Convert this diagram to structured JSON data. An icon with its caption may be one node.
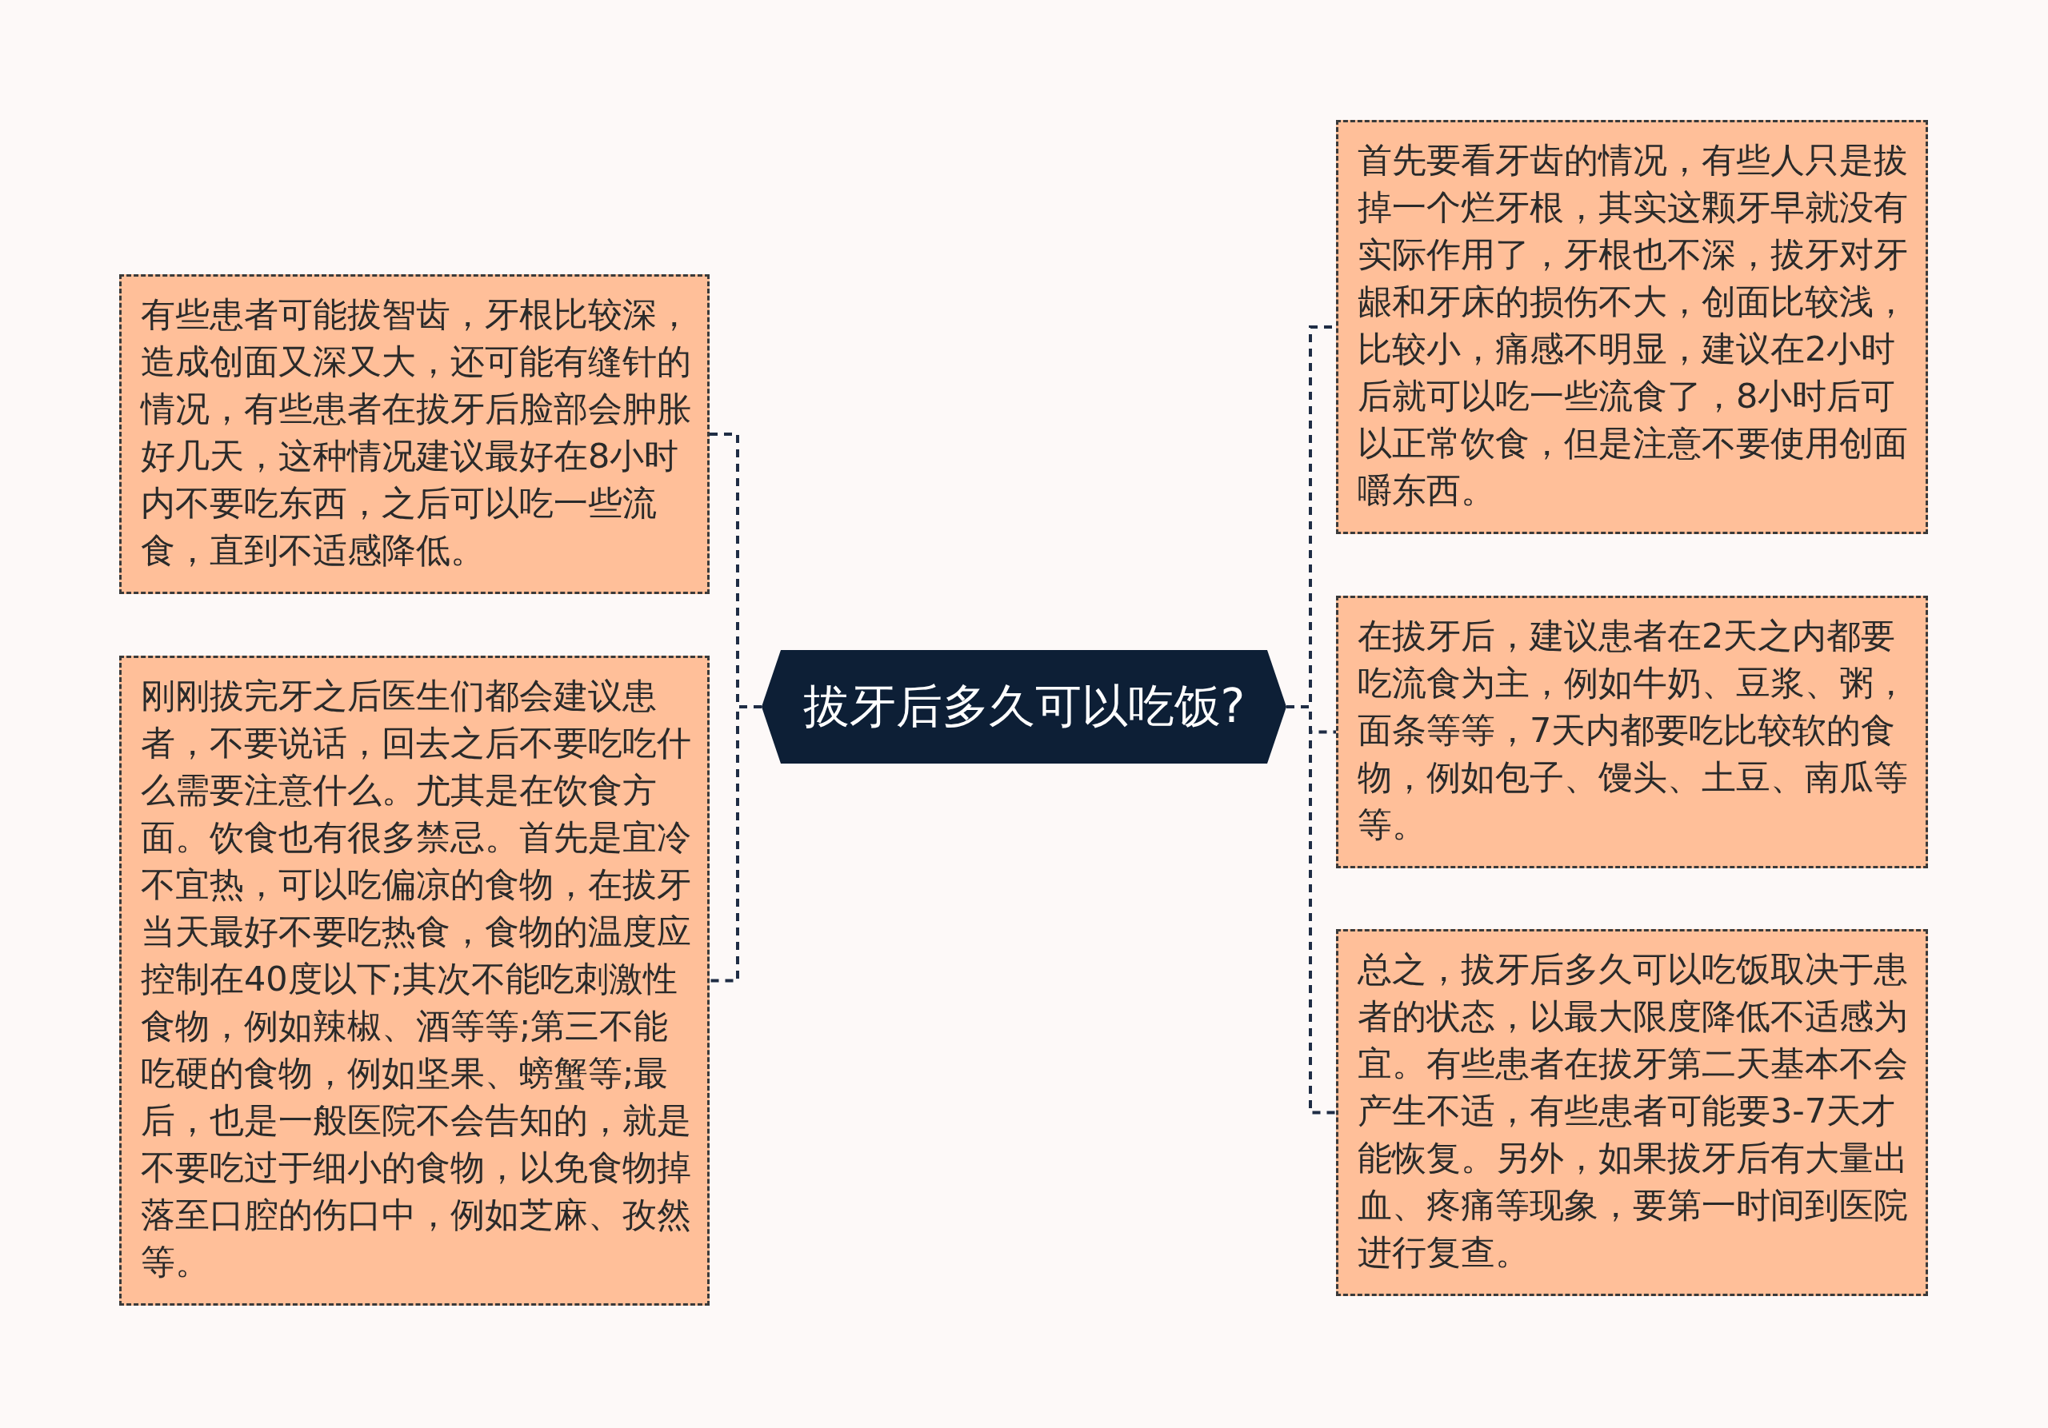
{
  "diagram": {
    "nodes": [
      {
        "text": [
          "拔牙后多久可以吃饭?"
        ]
      },
      {
        "text": [
          "有些患者可能拔智齿，牙根比较深，造成创面又深又大，还可能有缝针的情况，有些患者在拔牙后脸部会肿胀好几天，这种情况建议最好在8小时内不要吃东西，之后可以吃一些流食，直到不适感降低。"
        ]
      },
      {
        "text": [
          "刚刚拔完牙之后医生们都会建议患者，不要说话，回去之后不要吃吃什么需要注意什么。尤其是在饮食方面。饮食也有很多禁忌。首先是宜冷不宜热，可以吃偏凉的食物，在拔牙当天最好不要吃热食，食物的温度应控制在40度以下;其次不能吃刺激性食物，例如辣椒、酒等等;第三不能吃硬的食物，例如坚果、螃蟹等;最后，也是一般医院不会告知的，就是不要吃过于细小的食物，以免食物掉落至口腔的伤口中，例如芝麻、孜然等。"
        ]
      },
      {
        "text": [
          "首先要看牙齿的情况，有些人只是拔掉一个烂牙根，其实这颗牙早就没有实际作用了，牙根也不深，拔牙对牙龈和牙床的损伤不大，创面比较浅，比较小，痛感不明显，建议在2小时后就可以吃一些流食了，8小时后可以正常饮食，但是注意不要使用创面嚼东西。"
        ]
      },
      {
        "text": [
          "在拔牙后，建议患者在2天之内都要吃流食为主，例如牛奶、豆浆、粥，面条等等，7天内都要吃比较软的食物，例如包子、馒头、土豆、南瓜等等。"
        ]
      },
      {
        "text": [
          "总之，拔牙后多久可以吃饭取决于患者的状态，以最大限度降低不适感为宜。有些患者在拔牙第二天基本不会产生不适，有些患者可能要3-7天才能恢复。另外，如果拔牙后有大量出血、疼痛等现象，要第一时间到医院进行复查。"
        ]
      }
    ],
    "edges": [
      {
        "from": 0,
        "to": 1,
        "arrow": "none",
        "style": "dashed"
      },
      {
        "from": 0,
        "to": 2,
        "arrow": "none",
        "style": "dashed"
      },
      {
        "from": 0,
        "to": 3,
        "arrow": "none",
        "style": "dashed"
      },
      {
        "from": 0,
        "to": 4,
        "arrow": "none",
        "style": "dashed"
      },
      {
        "from": 0,
        "to": 5,
        "arrow": "none",
        "style": "dashed"
      }
    ]
  }
}
